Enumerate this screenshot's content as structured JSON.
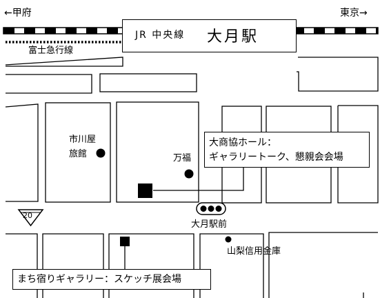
{
  "direction_left": "←甲府",
  "direction_right": "東京→",
  "station": {
    "line": "JR 中央線",
    "name": "大月駅"
  },
  "railway_fuji": "富士急行線",
  "landmarks": {
    "ichikawaya": [
      "市川屋",
      "旅館"
    ],
    "manpuku": "万福",
    "yamanashi_shinkin": "山梨信用金庫",
    "bus_stop": "大月駅前",
    "route_number": "20"
  },
  "venues": {
    "hall": [
      "大商協ホール：",
      "ギャラリートーク、懇親会会場"
    ],
    "gallery": "まち宿りギャラリー：スケッチ展会場"
  },
  "colors": {
    "line": "#000000",
    "background": "#ffffff"
  }
}
